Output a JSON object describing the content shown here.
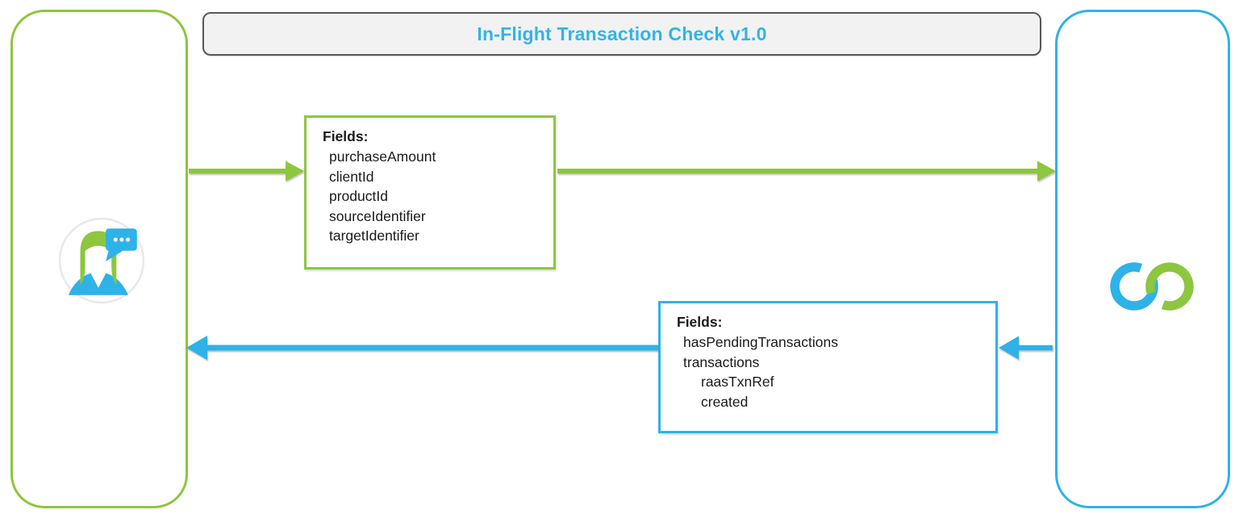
{
  "diagram": {
    "title": "In-Flight Transaction Check v1.0"
  },
  "request_box": {
    "heading": "Fields:",
    "fields": [
      "purchaseAmount",
      "clientId",
      "productId",
      "sourceIdentifier",
      "targetIdentifier"
    ]
  },
  "response_box": {
    "heading": "Fields:",
    "fields": [
      "hasPendingTransactions",
      "transactions",
      "raasTxnRef",
      "created"
    ]
  },
  "icons": {
    "client": "person-with-speech-bubble-icon",
    "service": "interlocking-rings-logo"
  },
  "colors": {
    "green": "#8DC63F",
    "blue": "#2EB2E8",
    "orange": "#FAAF40",
    "title_text": "#31B4EA",
    "bar_fill": "#F2F2F2",
    "bar_border": "#595959",
    "text": "#1A1A1A"
  }
}
